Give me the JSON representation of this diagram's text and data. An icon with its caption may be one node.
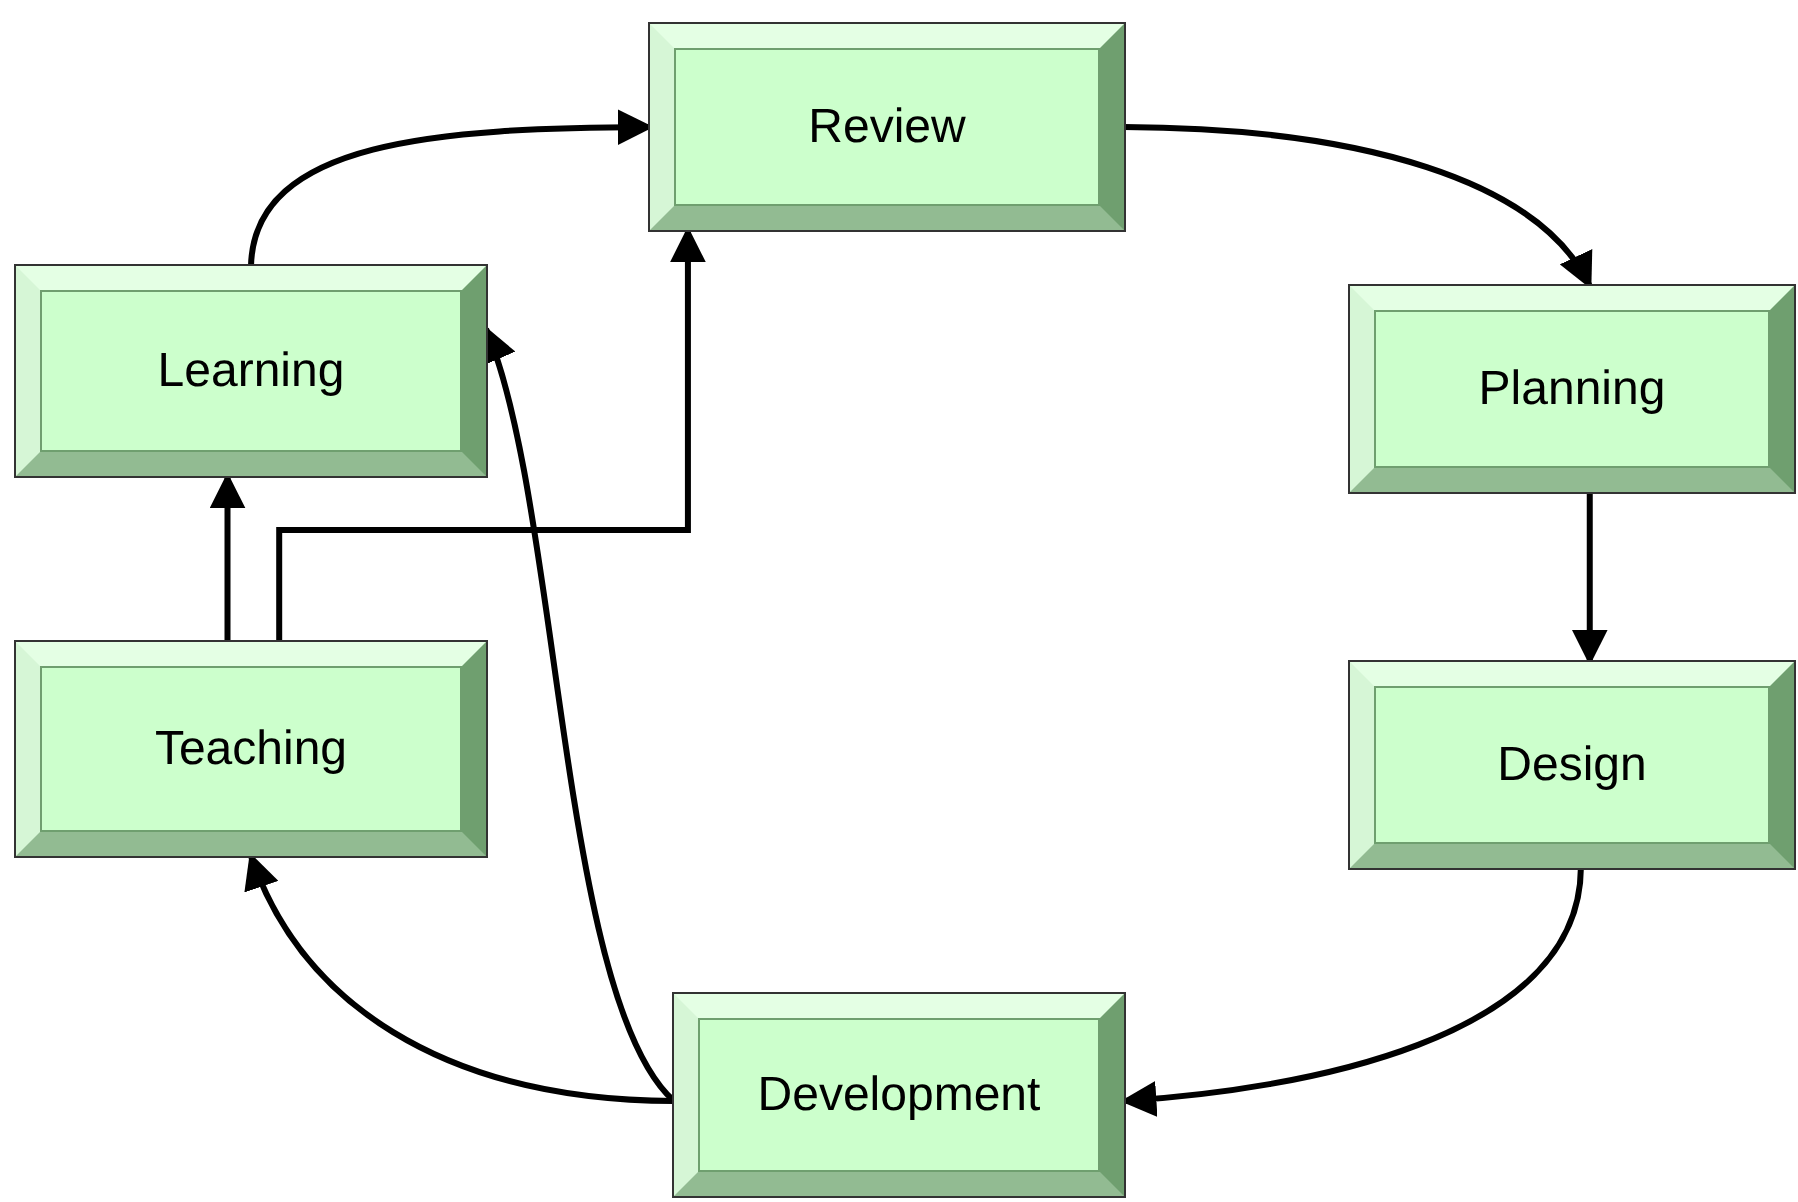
{
  "diagram": {
    "nodes": [
      {
        "text": [
          "Review"
        ]
      },
      {
        "text": [
          "Learning"
        ]
      },
      {
        "text": [
          "Planning"
        ]
      },
      {
        "text": [
          "Teaching"
        ]
      },
      {
        "text": [
          "Design"
        ]
      },
      {
        "text": [
          "Development"
        ]
      }
    ],
    "edges": [
      {
        "from": 1,
        "to": 0,
        "arrow": "to"
      },
      {
        "from": 0,
        "to": 2,
        "arrow": "to"
      },
      {
        "from": 2,
        "to": 4,
        "arrow": "to"
      },
      {
        "from": 4,
        "to": 5,
        "arrow": "to"
      },
      {
        "from": 5,
        "to": 3,
        "arrow": "to"
      },
      {
        "from": 5,
        "to": 1,
        "arrow": "to"
      },
      {
        "from": 3,
        "to": 1,
        "arrow": "to"
      },
      {
        "from": 3,
        "to": 0,
        "arrow": "to"
      }
    ]
  }
}
